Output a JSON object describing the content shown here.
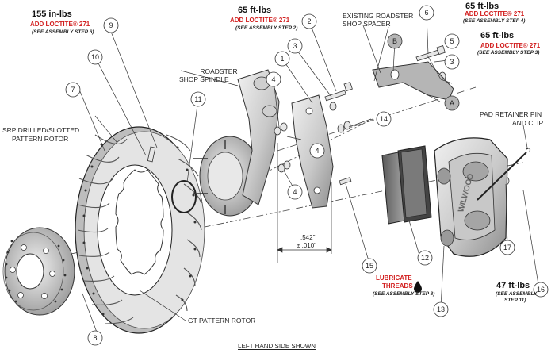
{
  "callouts": {
    "c1": "1",
    "c2": "2",
    "c3a": "3",
    "c3b": "3",
    "c4a": "4",
    "c4b": "4",
    "c4c": "4",
    "c5": "5",
    "c6": "6",
    "c7": "7",
    "c8": "8",
    "c9": "9",
    "c10": "10",
    "c11": "11",
    "c12": "12",
    "c13": "13",
    "c14": "14",
    "c15": "15",
    "c16": "16",
    "c17": "17",
    "cA": "A",
    "cB": "B"
  },
  "notes": {
    "n9": {
      "torque": "155 in-lbs",
      "loctite": "ADD LOCTITE® 271",
      "see": "(SEE ASSEMBLY STEP 6)"
    },
    "n2": {
      "torque": "65 ft-lbs",
      "loctite": "ADD LOCTITE® 271",
      "see": "(SEE ASSEMBLY STEP 2)"
    },
    "n6": {
      "torque": "65 ft-lbs",
      "loctite": "ADD LOCTITE® 271",
      "see": "(SEE ASSEMBLY STEP 4)"
    },
    "n5": {
      "torque": "65 ft-lbs",
      "loctite": "ADD LOCTITE® 271",
      "see": "(SEE ASSEMBLY STEP 3)"
    },
    "n16": {
      "torque": "47 ft-lbs",
      "see1": "(SEE ASSEMBLY",
      "see2": "STEP 11)"
    },
    "n15": {
      "lub1": "LUBRICATE",
      "lub2": "THREADS",
      "see": "(SEE ASSEMBLY STEP 8)"
    }
  },
  "labels": {
    "spacer1": "EXISTING ROADSTER",
    "spacer2": "SHOP SPACER",
    "spindle1": "ROADSTER",
    "spindle2": "SHOP SPINDLE",
    "rotor1": "SRP DRILLED/SLOTTED",
    "rotor2": "PATTERN ROTOR",
    "pin1": "PAD RETAINER PIN",
    "pin2": "AND CLIP",
    "gt": "GT PATTERN ROTOR",
    "dim1": ".542\"",
    "dim2": "± .010\"",
    "caliper_brand": "WILWOOD",
    "footer": "LEFT HAND SIDE SHOWN"
  },
  "colors": {
    "loctite": "#d21f1f",
    "line": "#222222",
    "part_fill": "#d9d9d9",
    "part_shade": "#a9a9a9"
  }
}
